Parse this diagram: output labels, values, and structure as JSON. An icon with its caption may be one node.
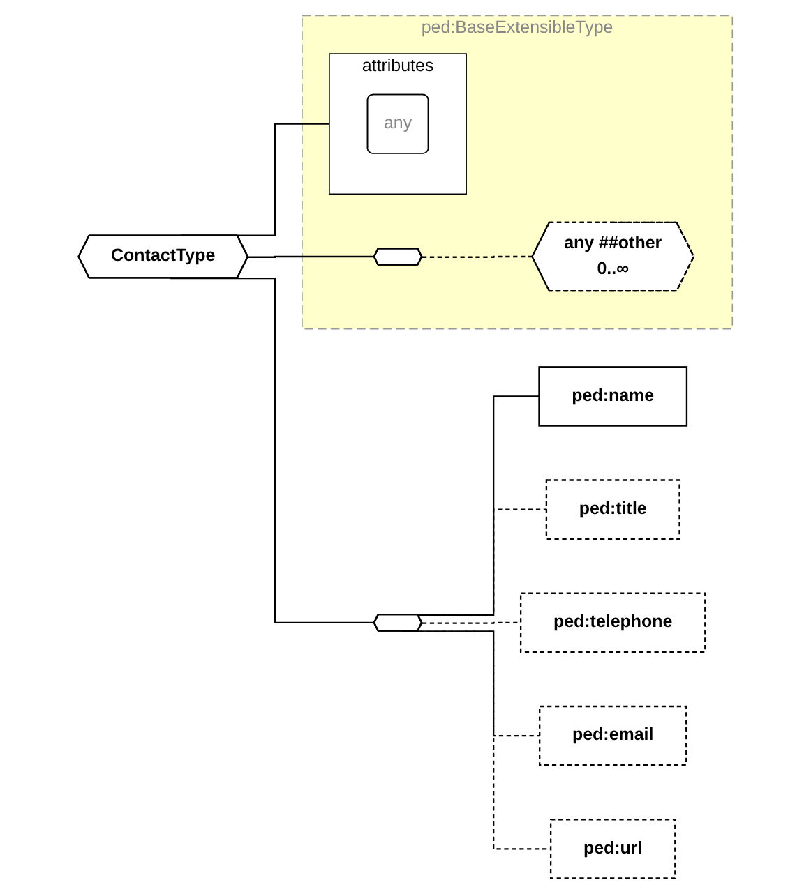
{
  "diagram": {
    "nodes": [
      {
        "text": [
          "ContactType"
        ]
      },
      {
        "text": [
          "ped:BaseExtensibleType"
        ]
      },
      {
        "text": [
          "attributes"
        ],
        "in": 1
      },
      {
        "text": [
          "any"
        ],
        "in": 2
      },
      {
        "text": [],
        "shape": "octagon",
        "in": 1
      },
      {
        "text": [
          "any ##other",
          "0..∞"
        ],
        "in": 1
      },
      {
        "text": [],
        "shape": "octagon"
      },
      {
        "text": [
          "ped:name"
        ]
      },
      {
        "text": [
          "ped:title"
        ]
      },
      {
        "text": [
          "ped:telephone"
        ]
      },
      {
        "text": [
          "ped:email"
        ]
      },
      {
        "text": [
          "ped:url"
        ]
      }
    ],
    "edges": [
      {
        "from": 0,
        "to": 2,
        "arrow": "none"
      },
      {
        "from": 0,
        "to": 4,
        "arrow": "none"
      },
      {
        "from": 4,
        "to": 5,
        "arrow": "none",
        "style": "dashed"
      },
      {
        "from": 0,
        "to": 6,
        "arrow": "none"
      },
      {
        "from": 6,
        "to": 7,
        "arrow": "none"
      },
      {
        "from": 6,
        "to": 8,
        "arrow": "none",
        "style": "dashed"
      },
      {
        "from": 6,
        "to": 9,
        "arrow": "none",
        "style": "dashed"
      },
      {
        "from": 6,
        "to": 10,
        "arrow": "none",
        "style": "dashed"
      },
      {
        "from": 6,
        "to": 11,
        "arrow": "none",
        "style": "dashed"
      }
    ]
  }
}
